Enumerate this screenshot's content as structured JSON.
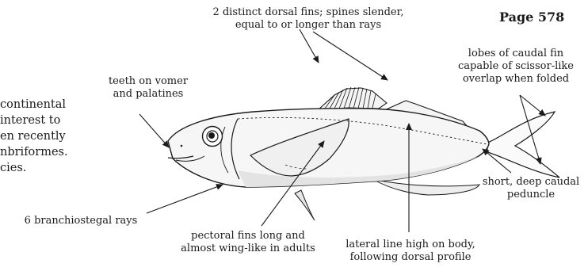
{
  "page_label": "Page 578",
  "side_text": [
    "continental",
    "interest to",
    "en recently",
    "nbriformes.",
    "cies."
  ],
  "labels": {
    "dorsal_fins": [
      "2 distinct dorsal fins; spines slender,",
      "equal to or longer than rays"
    ],
    "teeth": [
      "teeth on vomer",
      "and palatines"
    ],
    "caudal_lobes": [
      "lobes of caudal fin",
      "capable of scissor-like",
      "overlap when folded"
    ],
    "caudal_peduncle": [
      "short, deep caudal",
      "peduncle"
    ],
    "branchiostegal": [
      "6 branchiostegal rays"
    ],
    "pectoral": [
      "pectoral fins long and",
      "almost wing-like in adults"
    ],
    "lateral_line": [
      "lateral line high on body,",
      "following dorsal profile"
    ]
  }
}
